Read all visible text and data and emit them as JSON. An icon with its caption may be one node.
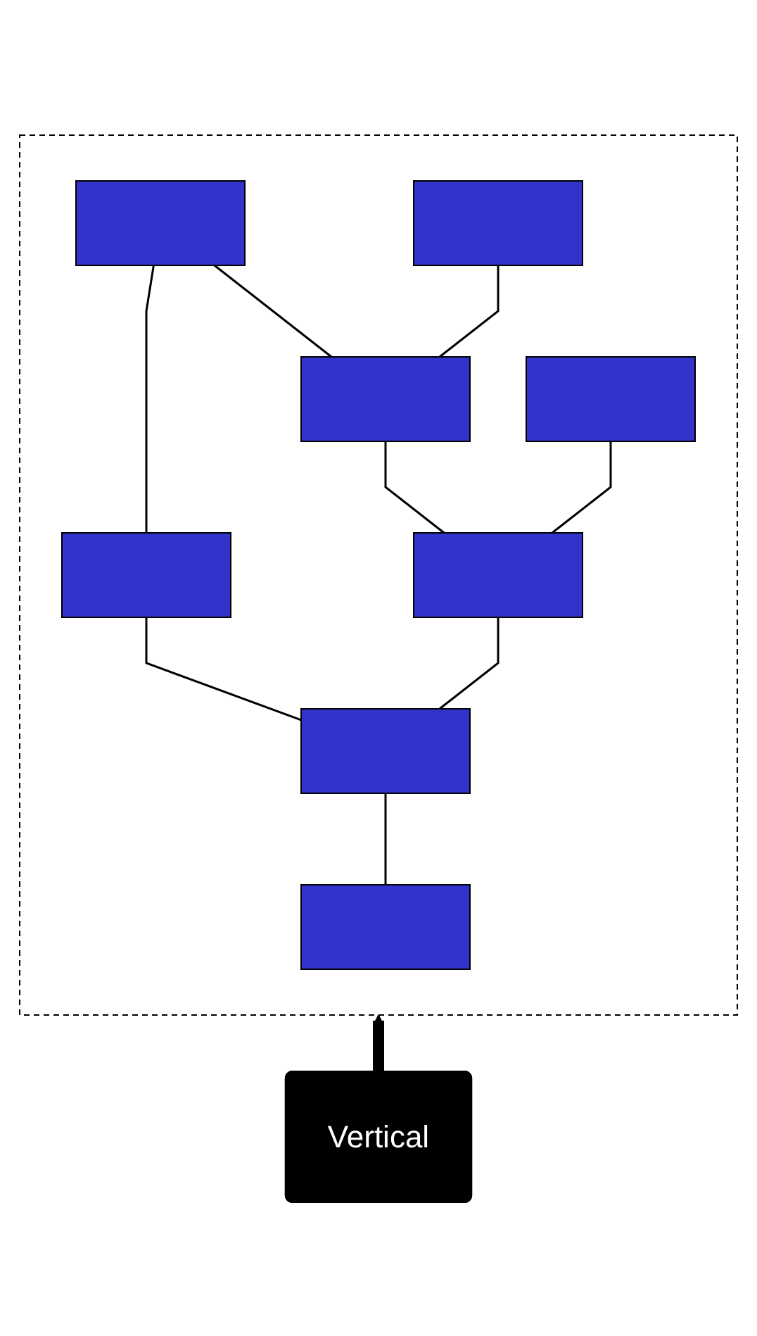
{
  "diagram": {
    "nodes": [
      {
        "text": [],
        "shape": "box"
      },
      {
        "text": [],
        "shape": "box",
        "in": 0
      },
      {
        "text": [],
        "shape": "box",
        "in": 0
      },
      {
        "text": [],
        "shape": "box",
        "in": 0
      },
      {
        "text": [],
        "shape": "box",
        "in": 0
      },
      {
        "text": [],
        "shape": "box",
        "in": 0
      },
      {
        "text": [],
        "shape": "box",
        "in": 0
      },
      {
        "text": [],
        "shape": "box",
        "in": 0
      },
      {
        "text": [],
        "shape": "box",
        "in": 0
      },
      {
        "text": [
          "Vertical"
        ]
      }
    ],
    "edges": [
      {
        "from": 1,
        "to": 5,
        "arrow": "none"
      },
      {
        "from": 1,
        "to": 3,
        "arrow": "none"
      },
      {
        "from": 2,
        "to": 3,
        "arrow": "none"
      },
      {
        "from": 3,
        "to": 6,
        "arrow": "none"
      },
      {
        "from": 4,
        "to": 6,
        "arrow": "none"
      },
      {
        "from": 5,
        "to": 7,
        "arrow": "none"
      },
      {
        "from": 6,
        "to": 7,
        "arrow": "none"
      },
      {
        "from": 7,
        "to": 8,
        "arrow": "none"
      },
      {
        "from": 9,
        "to": 0,
        "arrow": "to",
        "style": "thick"
      }
    ]
  }
}
